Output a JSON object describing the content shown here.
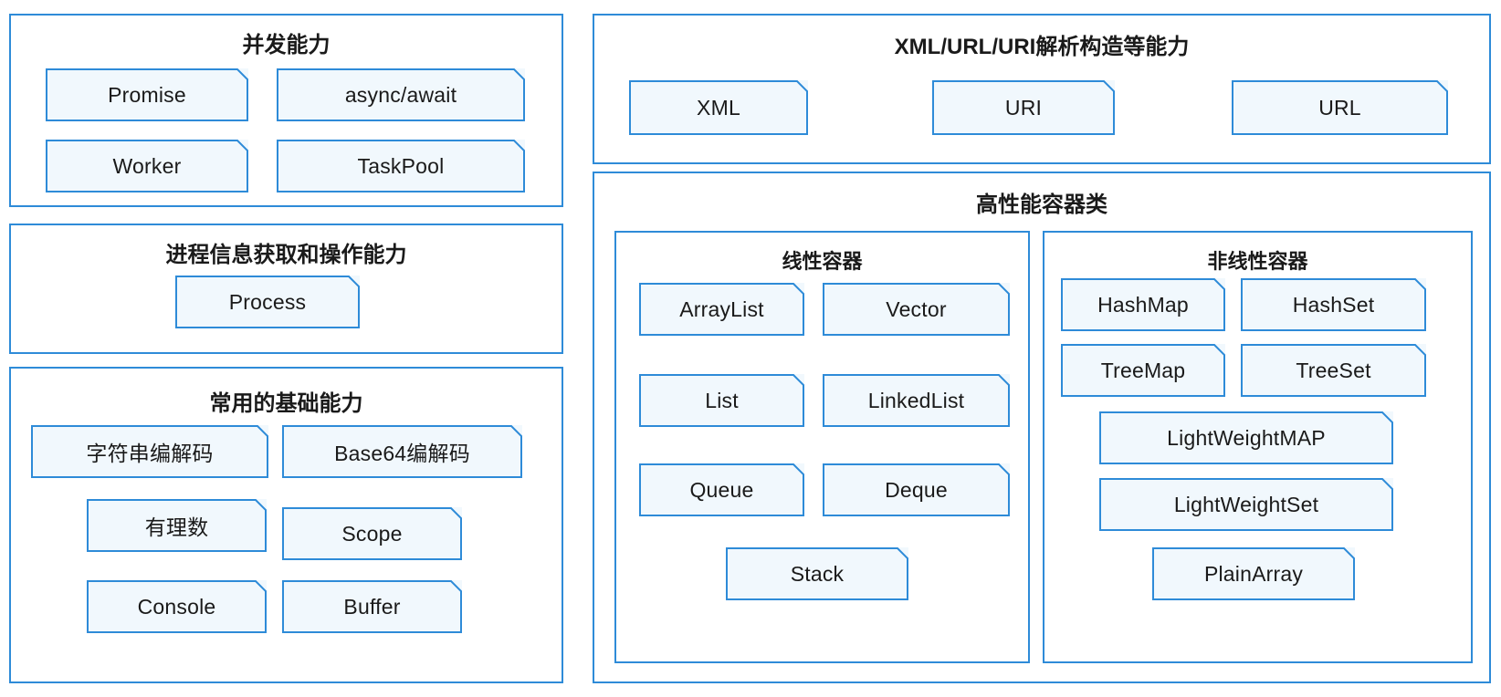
{
  "theme": {
    "panel_border": "#2E8BD8",
    "box_border": "#2E8BD8",
    "box_fill": "#F1F8FD",
    "text": "#1a1a1a",
    "background": "#FFFFFF"
  },
  "panels": {
    "concurrency": {
      "title": "并发能力",
      "items": [
        "Promise",
        "async/await",
        "Worker",
        "TaskPool"
      ]
    },
    "process": {
      "title": "进程信息获取和操作能力",
      "items": [
        "Process"
      ]
    },
    "basic": {
      "title": "常用的基础能力",
      "items": [
        "字符串编解码",
        "Base64编解码",
        "有理数",
        "Scope",
        "Console",
        "Buffer"
      ]
    },
    "parsing": {
      "title": "XML/URL/URI解析构造等能力",
      "items": [
        "XML",
        "URI",
        "URL"
      ]
    },
    "containers": {
      "title": "高性能容器类",
      "linear": {
        "title": "线性容器",
        "items": [
          "ArrayList",
          "Vector",
          "List",
          "LinkedList",
          "Queue",
          "Deque",
          "Stack"
        ]
      },
      "nonlinear": {
        "title": "非线性容器",
        "items": [
          "HashMap",
          "HashSet",
          "TreeMap",
          "TreeSet",
          "LightWeightMAP",
          "LightWeightSet",
          "PlainArray"
        ]
      }
    }
  }
}
